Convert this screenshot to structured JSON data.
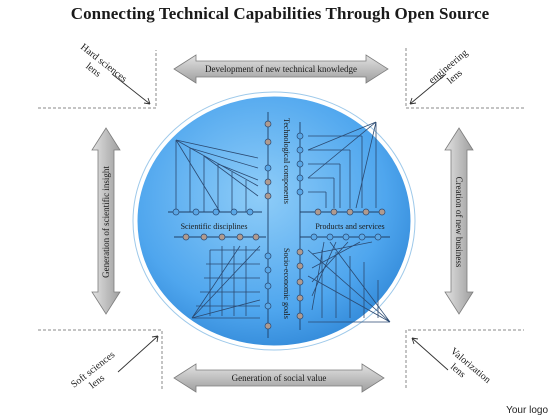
{
  "title": "Connecting Technical Capabilities Through Open Source",
  "arrows": {
    "top": "Development of new technical knowledge",
    "bottom": "Generation of social  value",
    "left": "Generation of scientific insight",
    "right": "Creation of new business"
  },
  "corners": {
    "top_left": [
      "Hard sciences",
      "lens"
    ],
    "top_right": [
      "engineering",
      "lens"
    ],
    "bottom_left": [
      "Soft sciences",
      "lens"
    ],
    "bottom_right": [
      "Valorization",
      "lens"
    ]
  },
  "circle": {
    "axis_top": "Technological components",
    "axis_bottom": "Socio-economic goals",
    "axis_left": "Scientific disciplines",
    "axis_right": "Products and services"
  },
  "logo": "Your logo",
  "colors": {
    "circle": "#55aaf0",
    "arrow": "#b8b8b8",
    "blue_node": "#5aa7e6",
    "tan_node": "#b09a8e"
  }
}
